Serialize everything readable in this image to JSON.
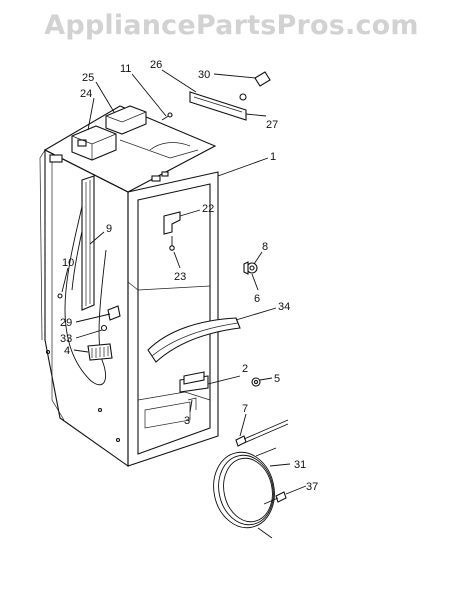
{
  "watermark": "AppliancePartsPros.com",
  "callouts": {
    "c1": "1",
    "c2": "2",
    "c3": "3",
    "c4": "4",
    "c5": "5",
    "c6": "6",
    "c7": "7",
    "c8": "8",
    "c9": "9",
    "c10": "10",
    "c11": "11",
    "c22": "22",
    "c23": "23",
    "c24": "24",
    "c25": "25",
    "c26": "26",
    "c27": "27",
    "c29": "29",
    "c30": "30",
    "c31": "31",
    "c33": "33",
    "c34": "34",
    "c37": "37"
  }
}
